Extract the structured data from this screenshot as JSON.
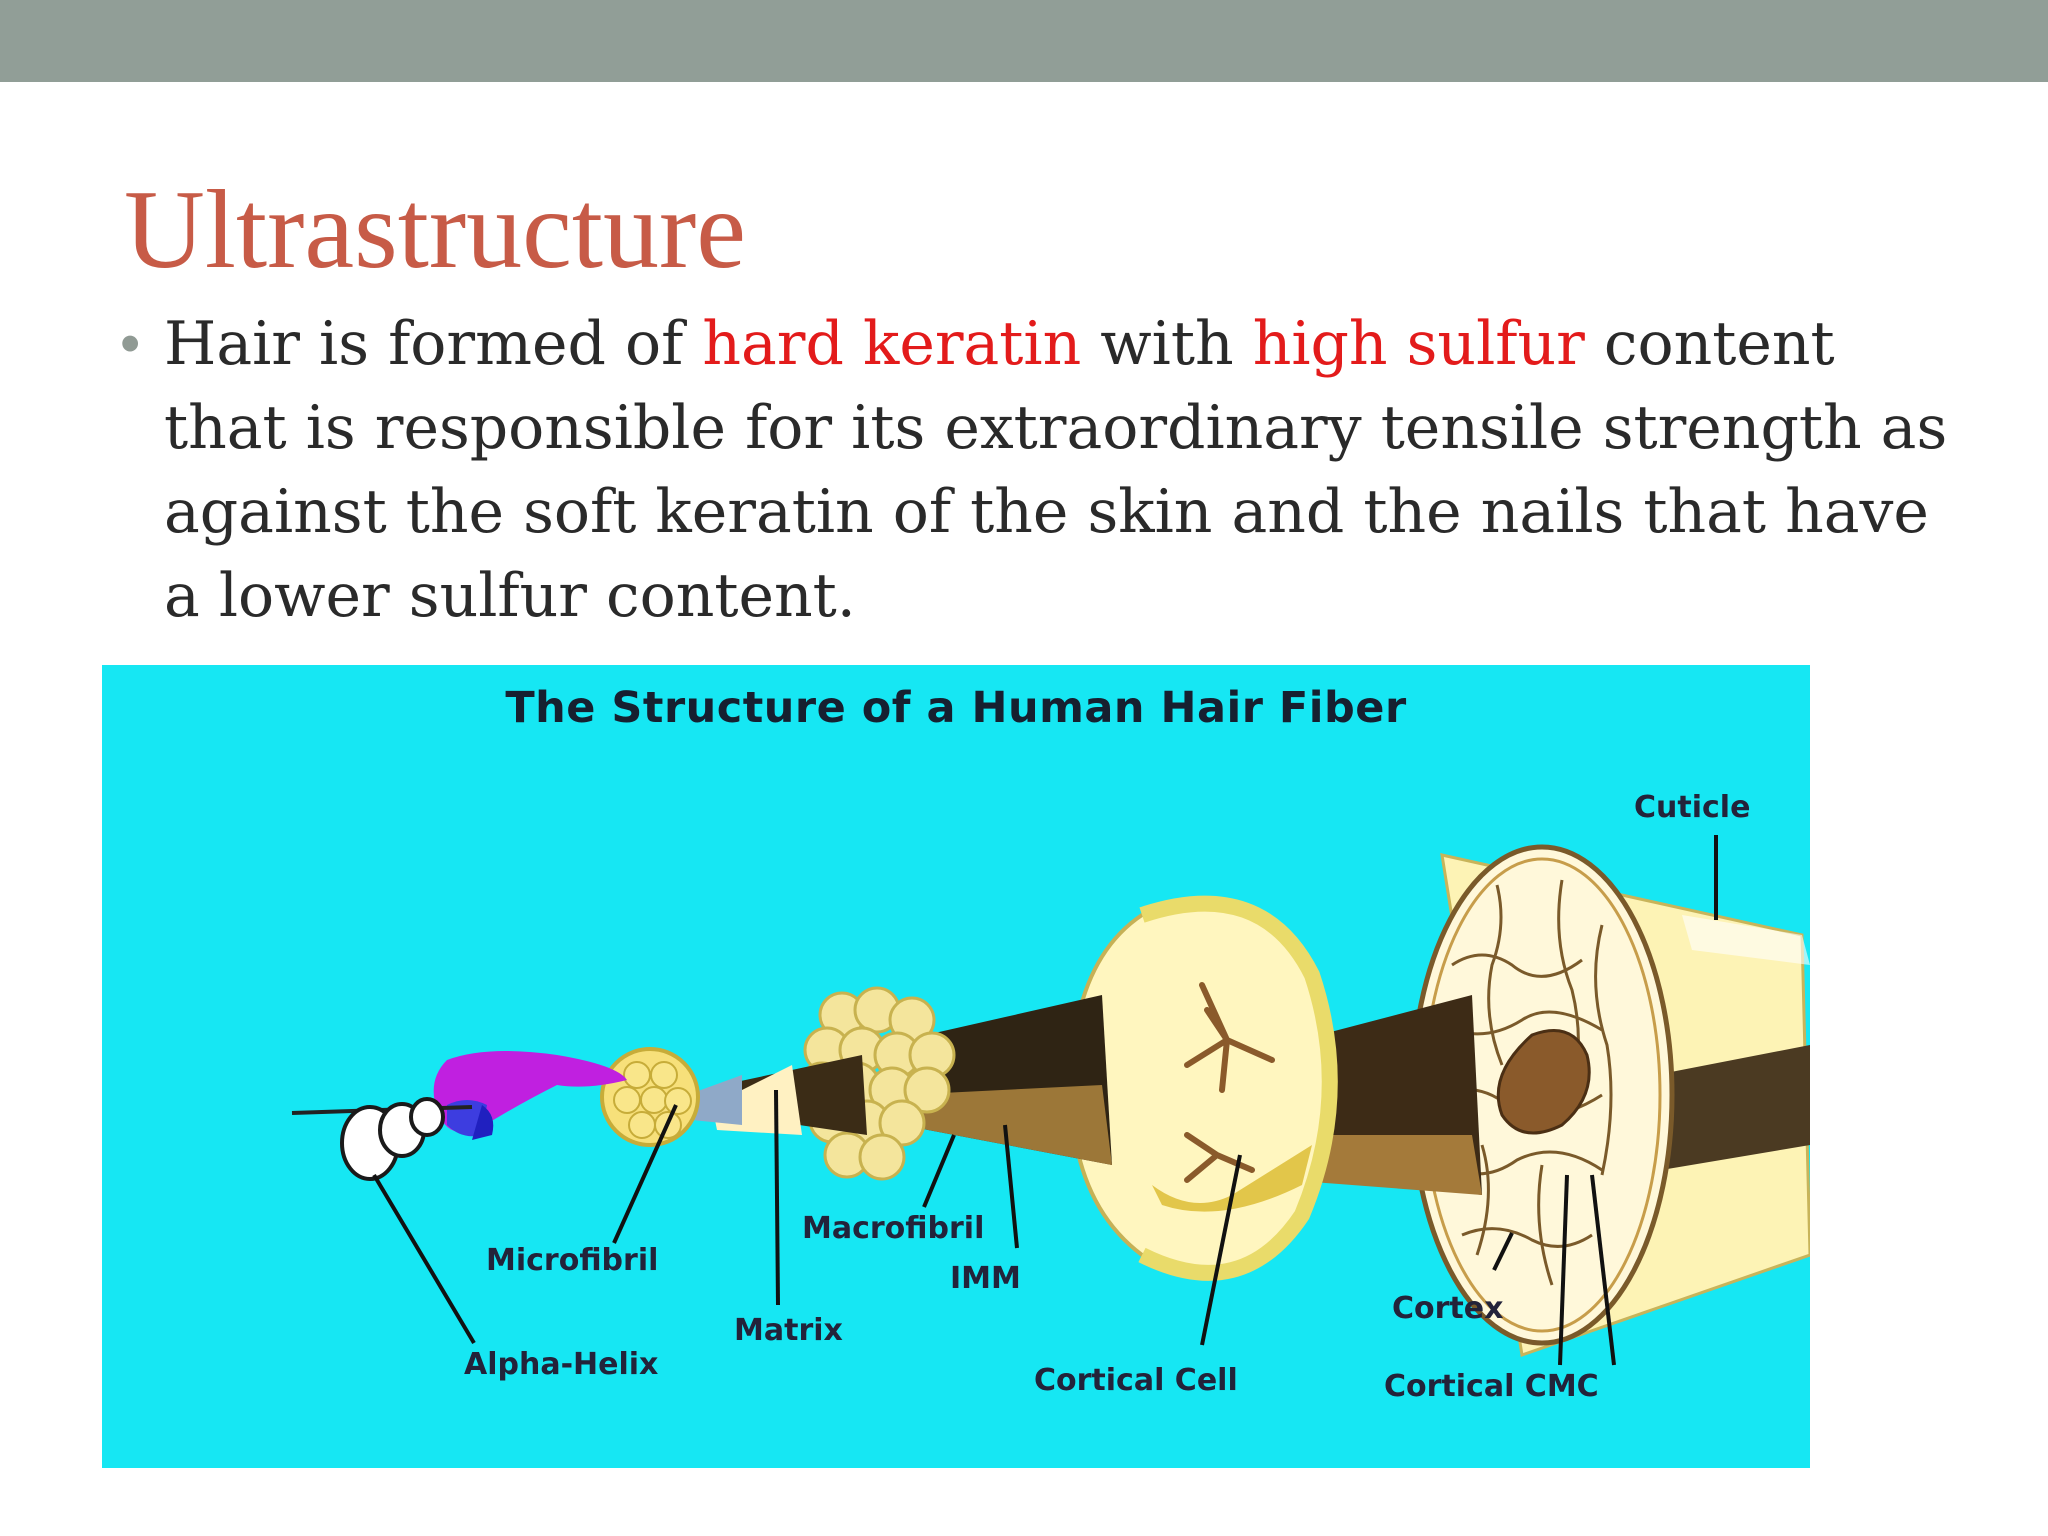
{
  "slide": {
    "title": "Ultrastructure",
    "bullet": {
      "parts": [
        {
          "text": "Hair is formed of ",
          "highlight": false
        },
        {
          "text": "hard keratin",
          "highlight": true
        },
        {
          "text": " with ",
          "highlight": false
        },
        {
          "text": "high sulfur",
          "highlight": true
        },
        {
          "text": " content that is responsible for its extraordinary tensile strength as against the soft keratin of the skin and the nails that have a lower sulfur content.",
          "highlight": false
        }
      ]
    }
  },
  "figure": {
    "title": "The Structure of a Human Hair Fiber",
    "labels": {
      "cuticle": "Cuticle",
      "microfibril": "Microfibril",
      "macrofibril": "Macrofibril",
      "imm": "IMM",
      "matrix": "Matrix",
      "alpha_helix": "Alpha-Helix",
      "cortex": "Cortex",
      "cortical_cell": "Cortical Cell",
      "cortical_cmc": "Cortical CMC"
    }
  },
  "colors": {
    "top_bar": "#919e97",
    "title": "#c75b47",
    "highlight": "#e31b1b",
    "figure_background": "#16e7f3"
  }
}
